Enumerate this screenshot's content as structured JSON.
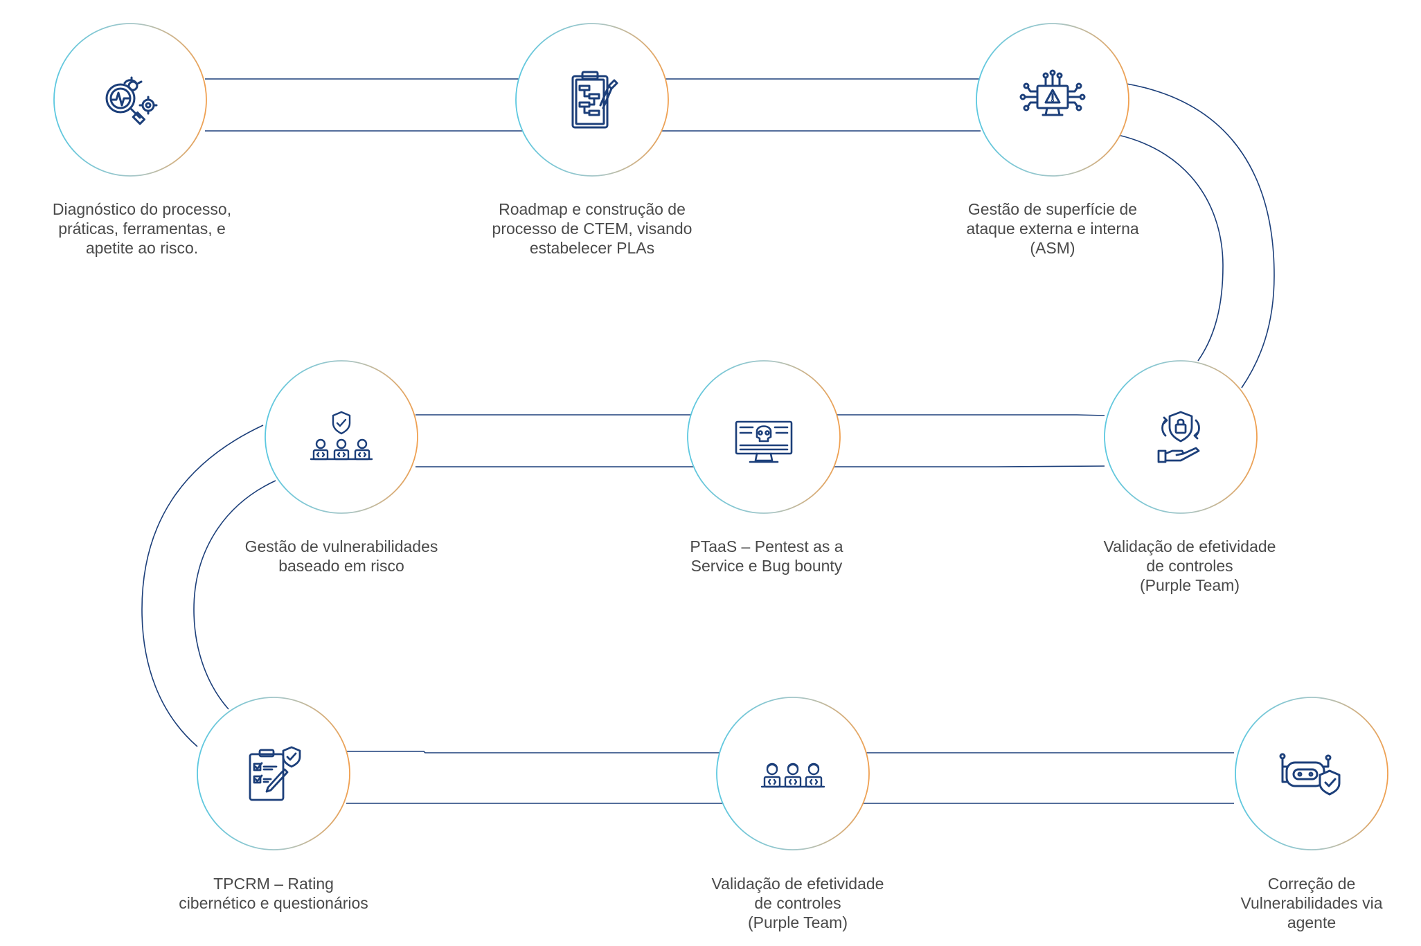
{
  "steps": [
    {
      "lines": [
        "Diagnóstico do processo,",
        "práticas, ferramentas, e",
        "apetite ao risco."
      ],
      "icon": "gear-magnifier-icon"
    },
    {
      "lines": [
        "Roadmap e construção de",
        "processo de CTEM, visando",
        "estabelecer PLAs"
      ],
      "icon": "clipboard-flowchart-icon"
    },
    {
      "lines": [
        "Gestão de superfície de",
        "ataque externa e interna",
        "(ASM)"
      ],
      "icon": "monitor-warning-icon"
    },
    {
      "lines": [
        "Gestão de vulnerabilidades",
        "baseado em risco"
      ],
      "icon": "team-shield-icon"
    },
    {
      "lines": [
        "PTaaS – Pentest as a",
        "Service e Bug bounty"
      ],
      "icon": "skull-monitor-icon"
    },
    {
      "lines": [
        "Validação de efetividade",
        "de controles",
        "(Purple Team)"
      ],
      "icon": "hand-lock-shield-icon"
    },
    {
      "lines": [
        "TPCRM – Rating",
        "cibernético e questionários"
      ],
      "icon": "checklist-shield-icon"
    },
    {
      "lines": [
        "Validação de efetividade",
        "de controles",
        "(Purple Team)"
      ],
      "icon": "team-coders-icon"
    },
    {
      "lines": [
        "Correção de",
        "Vulnerabilidades via",
        "agente"
      ],
      "icon": "robot-shield-icon"
    }
  ],
  "colors": {
    "path": "#1c3f7a",
    "ring_blue": "#5cc8e0",
    "ring_orange": "#f0a050",
    "icon": "#1c3f7a",
    "text": "#4a4a4a"
  }
}
